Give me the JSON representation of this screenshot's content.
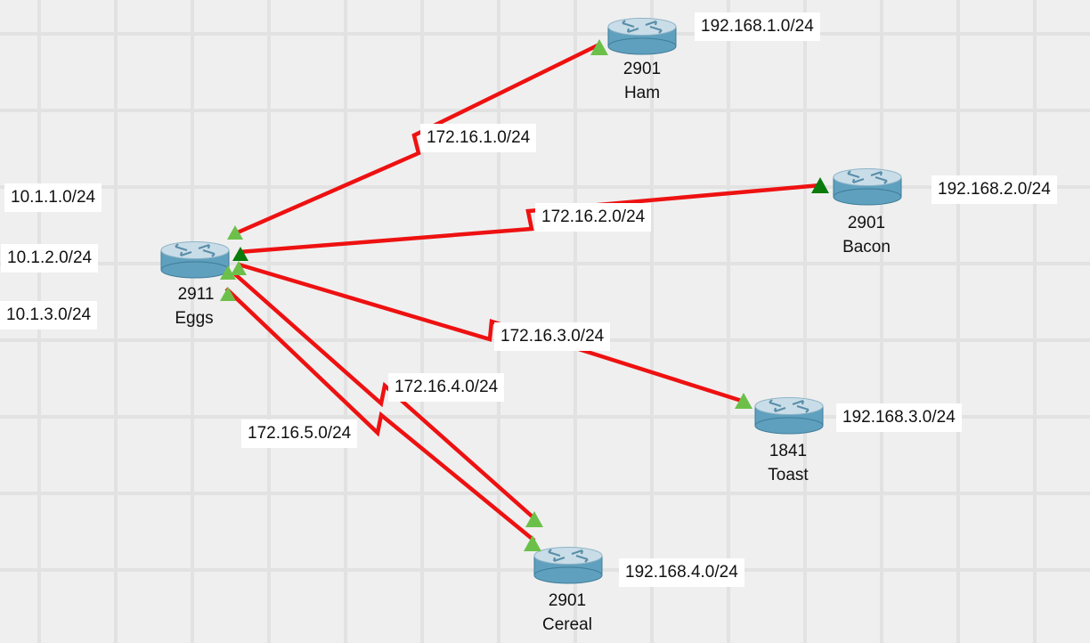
{
  "colors": {
    "link": "#ee1111",
    "port_up": "#6cc04a",
    "port_up_dark": "#0a7a0a",
    "router_body": "#5fa0be",
    "router_top": "#c9dde8"
  },
  "devices": [
    {
      "id": "eggs",
      "model": "2911",
      "name": "Eggs"
    },
    {
      "id": "ham",
      "model": "2901",
      "name": "Ham"
    },
    {
      "id": "bacon",
      "model": "2901",
      "name": "Bacon"
    },
    {
      "id": "toast",
      "model": "1841",
      "name": "Toast"
    },
    {
      "id": "cereal",
      "model": "2901",
      "name": "Cereal"
    }
  ],
  "networks": {
    "lan_ham": "192.168.1.0/24",
    "lan_bacon": "192.168.2.0/24",
    "lan_toast": "192.168.3.0/24",
    "lan_cereal": "192.168.4.0/24",
    "lan_eggs_1": "10.1.1.0/24",
    "lan_eggs_2": "10.1.2.0/24",
    "lan_eggs_3": "10.1.3.0/24",
    "link_ham": "172.16.1.0/24",
    "link_bacon": "172.16.2.0/24",
    "link_toast": "172.16.3.0/24",
    "link_cereal_a": "172.16.4.0/24",
    "link_cereal_b": "172.16.5.0/24"
  },
  "links": [
    {
      "from": "eggs",
      "to": "ham",
      "network": "172.16.1.0/24"
    },
    {
      "from": "eggs",
      "to": "bacon",
      "network": "172.16.2.0/24"
    },
    {
      "from": "eggs",
      "to": "toast",
      "network": "172.16.3.0/24"
    },
    {
      "from": "eggs",
      "to": "cereal",
      "network": "172.16.4.0/24"
    },
    {
      "from": "eggs",
      "to": "cereal",
      "network": "172.16.5.0/24"
    }
  ]
}
